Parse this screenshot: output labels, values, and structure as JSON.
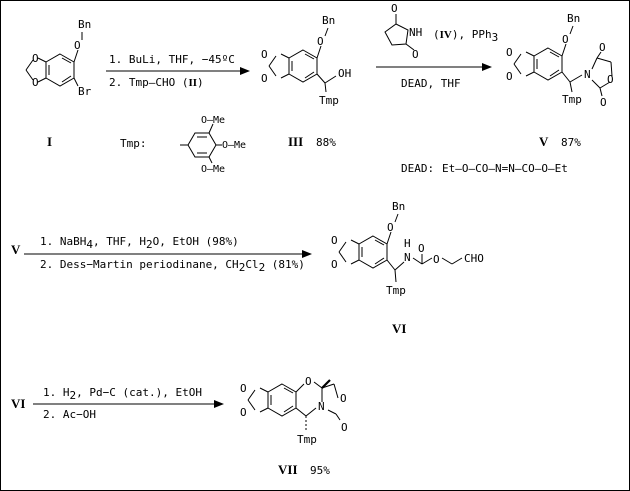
{
  "labels": {
    "I": "I",
    "III": "III",
    "III_yield": "88%",
    "V_left": "V",
    "V_right": "V",
    "V_yield": "87%",
    "VI_product": "VI",
    "VI_left": "VI",
    "VII": "VII",
    "VII_yield": "95%"
  },
  "step1": {
    "line1": "1. BuLi, THF, −45ºC",
    "line2a": "2. Tmp—CHO (",
    "line2b": "II",
    "line2c": ")"
  },
  "tmp_legend": {
    "prefix": "Tmp:",
    "ome": "O—Me"
  },
  "step2": {
    "reagent_a": "(",
    "reagent_b": "IV",
    "reagent_c": "), PPh",
    "reagent_sub": "3",
    "conditions": "DEAD,  THF",
    "imide_nh": "NH",
    "imide_o": "O"
  },
  "dead": {
    "label": "DEAD:",
    "formula": "Et—O—CO—N=N—CO—O—Et"
  },
  "step3": {
    "line1a": "1. NaBH",
    "line1sub": "4",
    "line1b": ",  THF,  H",
    "line1sub2": "2",
    "line1c": "O,  EtOH   (98%)",
    "line2a": "2. Dess−Martin periodinane,  CH",
    "line2sub": "2",
    "line2b": "Cl",
    "line2sub2": "2",
    "line2c": "  (81%)"
  },
  "step4": {
    "line1a": "1. H",
    "line1sub": "2",
    "line1b": ",  Pd−C (cat.),  EtOH",
    "line2": "2. Ac−OH"
  },
  "atoms": {
    "Bn": "Bn",
    "O": "O",
    "Br": "Br",
    "OH": "OH",
    "Tmp": "Tmp",
    "N": "N",
    "H": "H",
    "NH": "NH",
    "CHO": "CHO"
  }
}
